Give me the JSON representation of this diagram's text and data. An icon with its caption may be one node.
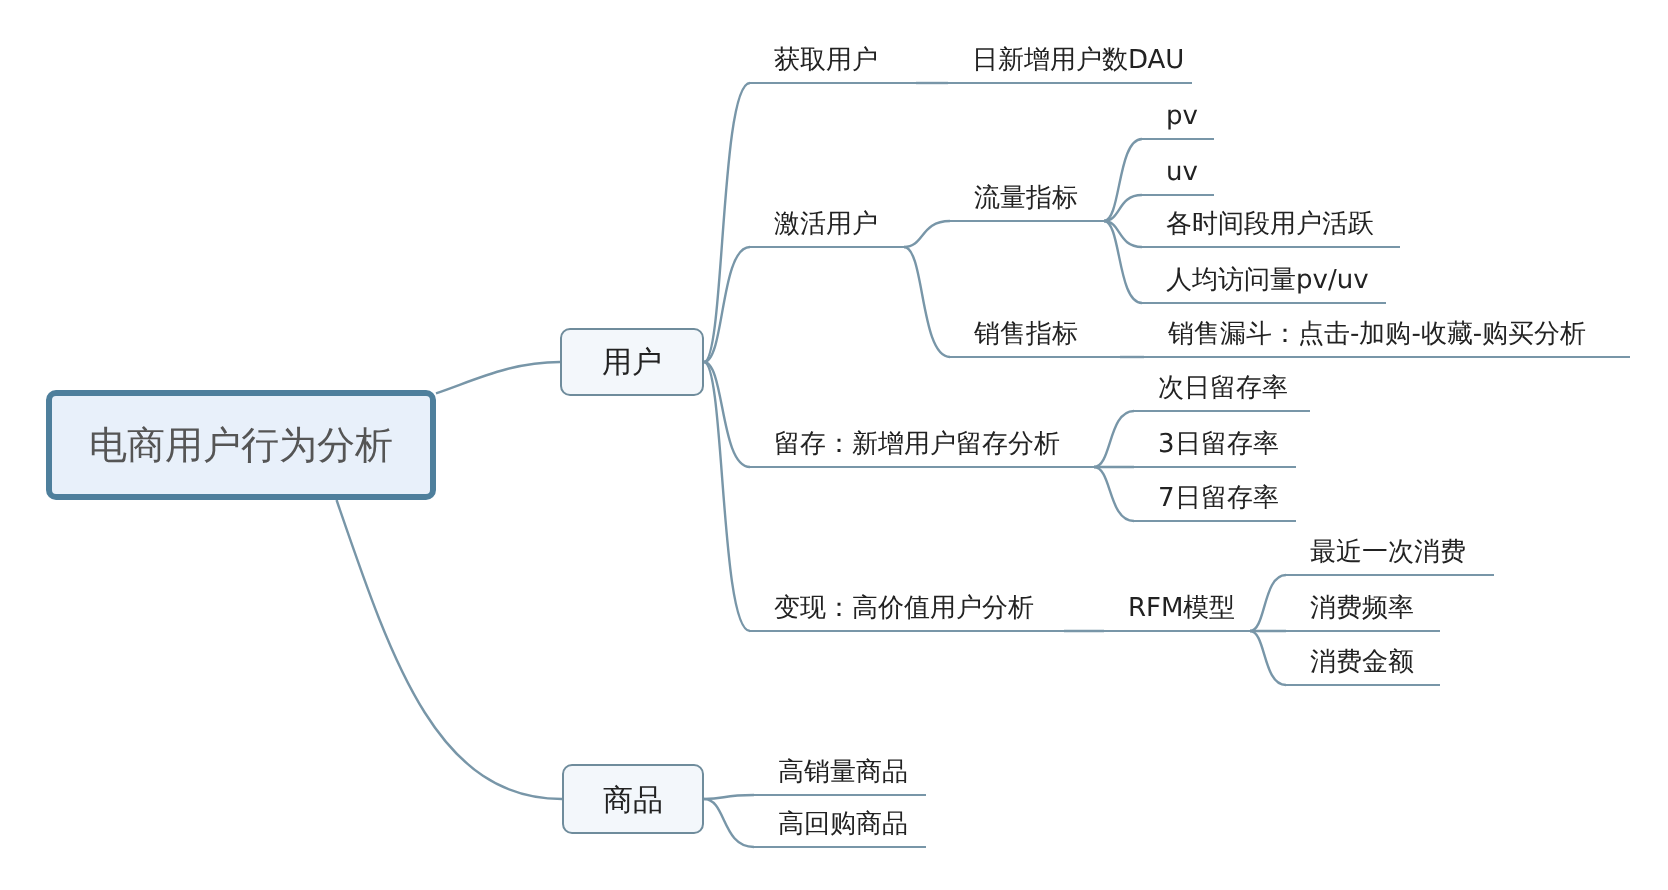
{
  "diagram": {
    "nodes": [
      {
        "text": [
          "电商用户行为分析"
        ]
      },
      {
        "text": [
          "用户"
        ]
      },
      {
        "text": [
          "获取用户"
        ]
      },
      {
        "text": [
          "日新增用户数DAU"
        ]
      },
      {
        "text": [
          "激活用户"
        ]
      },
      {
        "text": [
          "流量指标"
        ]
      },
      {
        "text": [
          "pv"
        ]
      },
      {
        "text": [
          "uv"
        ]
      },
      {
        "text": [
          "各时间段用户活跃"
        ]
      },
      {
        "text": [
          "人均访问量pv/uv"
        ]
      },
      {
        "text": [
          "销售指标"
        ]
      },
      {
        "text": [
          "销售漏斗：点击-加购-收藏-购买分析"
        ]
      },
      {
        "text": [
          "留存：新增用户留存分析"
        ]
      },
      {
        "text": [
          "次日留存率"
        ]
      },
      {
        "text": [
          "3日留存率"
        ]
      },
      {
        "text": [
          "7日留存率"
        ]
      },
      {
        "text": [
          "变现：高价值用户分析"
        ]
      },
      {
        "text": [
          "RFM模型"
        ]
      },
      {
        "text": [
          "最近一次消费"
        ]
      },
      {
        "text": [
          "消费频率"
        ]
      },
      {
        "text": [
          "消费金额"
        ]
      },
      {
        "text": [
          "商品"
        ]
      },
      {
        "text": [
          "高销量商品"
        ]
      },
      {
        "text": [
          "高回购商品"
        ]
      }
    ],
    "edges": [
      {
        "from": 0,
        "to": 1,
        "arrow": "none"
      },
      {
        "from": 1,
        "to": 2,
        "arrow": "none"
      },
      {
        "from": 2,
        "to": 3,
        "arrow": "none"
      },
      {
        "from": 1,
        "to": 4,
        "arrow": "none"
      },
      {
        "from": 4,
        "to": 5,
        "arrow": "none"
      },
      {
        "from": 5,
        "to": 6,
        "arrow": "none"
      },
      {
        "from": 5,
        "to": 7,
        "arrow": "none"
      },
      {
        "from": 5,
        "to": 8,
        "arrow": "none"
      },
      {
        "from": 5,
        "to": 9,
        "arrow": "none"
      },
      {
        "from": 4,
        "to": 10,
        "arrow": "none"
      },
      {
        "from": 10,
        "to": 11,
        "arrow": "none"
      },
      {
        "from": 1,
        "to": 12,
        "arrow": "none"
      },
      {
        "from": 12,
        "to": 13,
        "arrow": "none"
      },
      {
        "from": 12,
        "to": 14,
        "arrow": "none"
      },
      {
        "from": 12,
        "to": 15,
        "arrow": "none"
      },
      {
        "from": 1,
        "to": 16,
        "arrow": "none"
      },
      {
        "from": 16,
        "to": 17,
        "arrow": "none"
      },
      {
        "from": 17,
        "to": 18,
        "arrow": "none"
      },
      {
        "from": 17,
        "to": 19,
        "arrow": "none"
      },
      {
        "from": 17,
        "to": 20,
        "arrow": "none"
      },
      {
        "from": 0,
        "to": 21,
        "arrow": "none"
      },
      {
        "from": 21,
        "to": 22,
        "arrow": "none"
      },
      {
        "from": 21,
        "to": 23,
        "arrow": "none"
      }
    ]
  }
}
